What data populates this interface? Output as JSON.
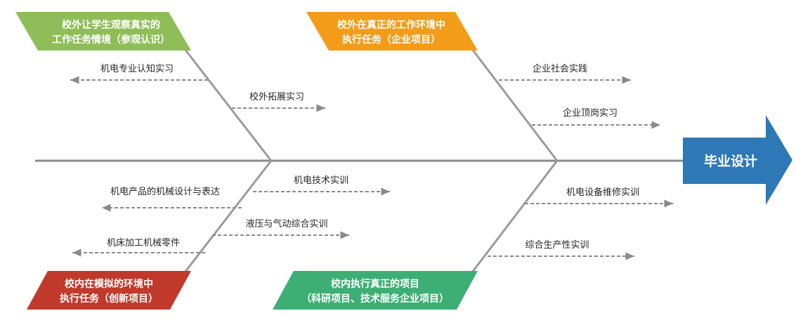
{
  "head": {
    "label": "毕业设计",
    "color": "#2e78b7"
  },
  "categories": [
    {
      "id": "top-left",
      "lines": [
        "校外让学生观察真实的",
        "工作任务情境（参观认识）"
      ],
      "color": "#8fbd57"
    },
    {
      "id": "top-right",
      "lines": [
        "校外在真正的工作环境中",
        "执行任务（企业项目）"
      ],
      "color": "#f39c1a"
    },
    {
      "id": "bottom-left",
      "lines": [
        "校内在模拟的环境中",
        "执行任务（创新项目）"
      ],
      "color": "#c0392b"
    },
    {
      "id": "bottom-right",
      "lines": [
        "校内执行真正的项目",
        "（科研项目、技术服务企业项目）"
      ],
      "color": "#3daf74"
    }
  ],
  "items": {
    "tl1": "机电专业认知实习",
    "tl2": "校外拓展实习",
    "tr1": "企业社会实践",
    "tr2": "企业顶岗实习",
    "bl1": "机电产品的机械设计与表达",
    "bl2": "机电技术实训",
    "bl3": "液压与气动综合实训",
    "bl4": "机床加工机械零件",
    "br1": "机电设备维修实训",
    "br2": "综合生产性实训"
  },
  "colors": {
    "bone": "#9b9b9b",
    "spine": "#8a8a8a",
    "arrow": "#8a8a8a",
    "text": "#262626"
  }
}
